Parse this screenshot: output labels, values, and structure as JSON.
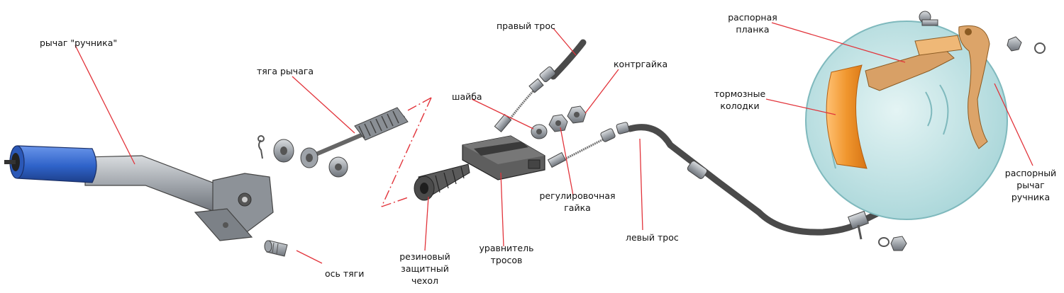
{
  "labels": {
    "lever": "рычаг \"ручника\"",
    "lever_rod": "тяга рычага",
    "rod_axis": "ось тяги",
    "right_cable": "правый трос",
    "washer": "шайба",
    "locknut": "контргайка",
    "adjusting_nut": [
      "регулировочная",
      "гайка"
    ],
    "rubber_boot": [
      "резиновый",
      "защитный",
      "чехол"
    ],
    "equalizer": [
      "уравнитель",
      "тросов"
    ],
    "left_cable": "левый трос",
    "spacer_bar": [
      "распорная",
      "планка"
    ],
    "brake_shoes": [
      "тормозные",
      "колодки"
    ],
    "spacer_lever": [
      "распорный",
      "рычаг",
      "ручника"
    ]
  },
  "colors": {
    "leader_line": "#e2343b",
    "grip": "#2f63c9",
    "metal": "#9a9fa6",
    "cable": "#4a4a4a",
    "shield": "#bfe1e3",
    "shoe": "#f0962e",
    "bracket": "#d8a066"
  }
}
